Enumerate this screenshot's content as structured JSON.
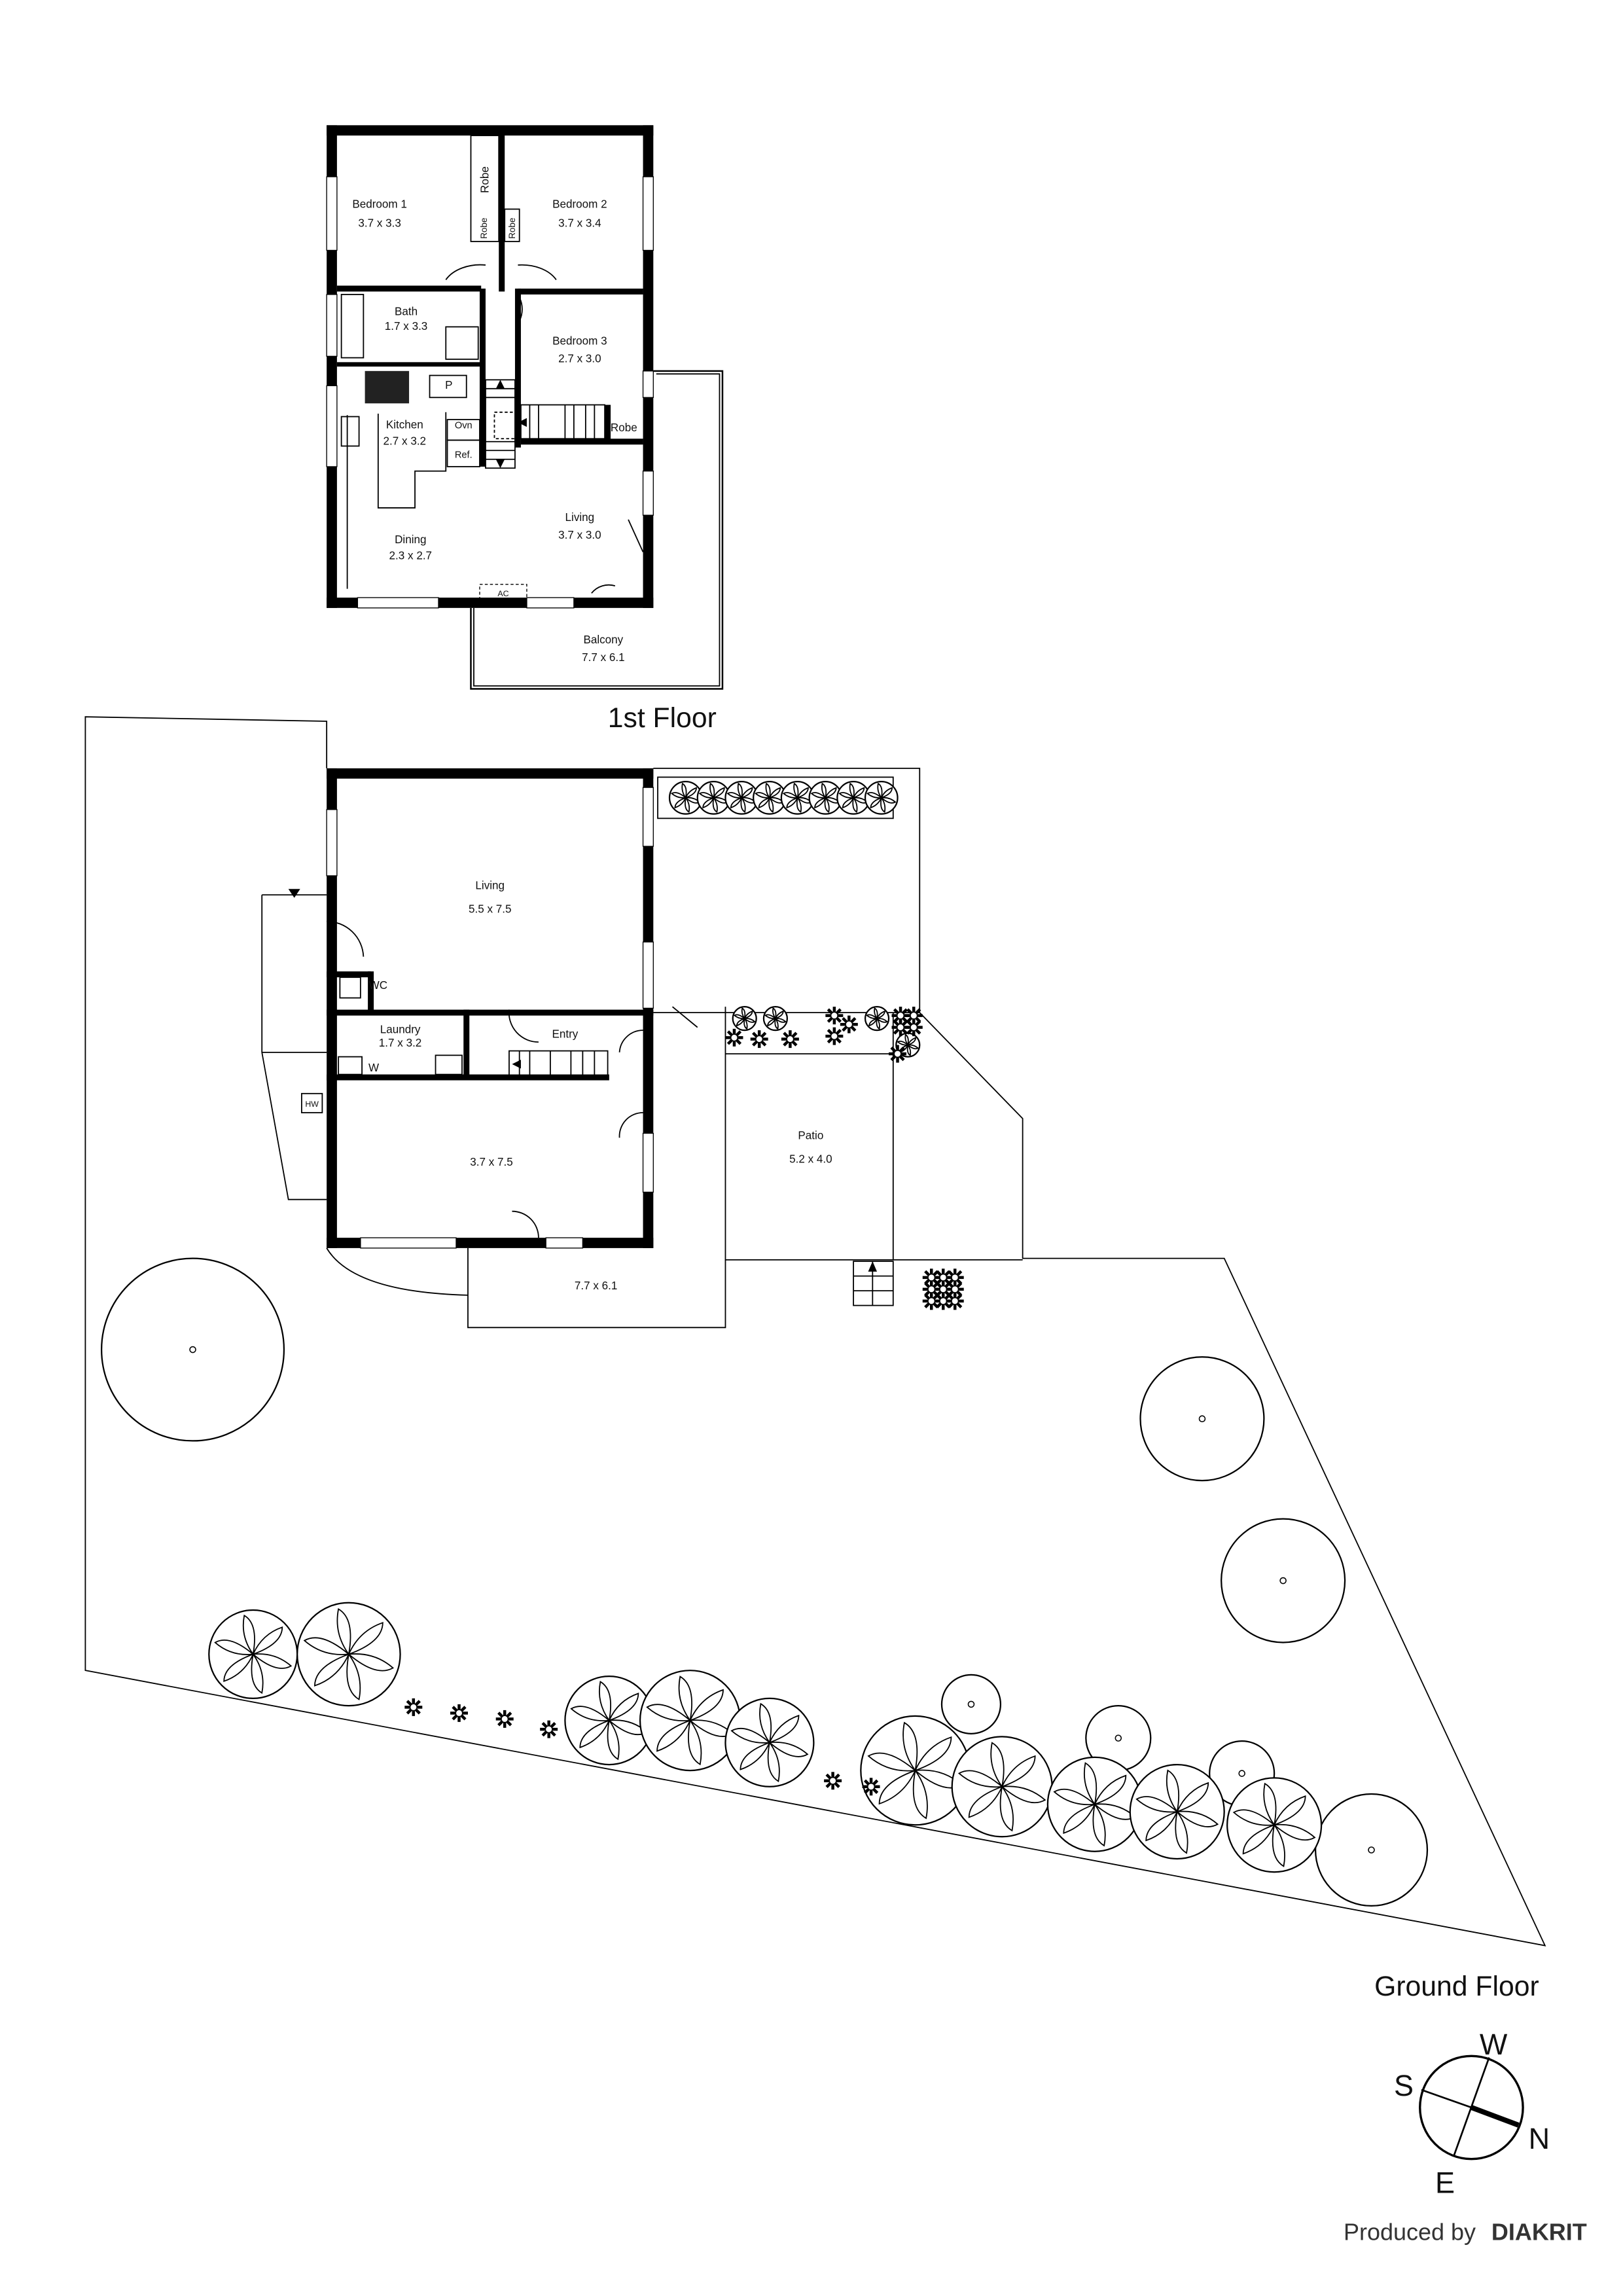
{
  "first_floor": {
    "title": "1st Floor",
    "rooms": {
      "bedroom1": {
        "name": "Bedroom 1",
        "size": "3.7 x 3.3"
      },
      "bedroom2": {
        "name": "Bedroom 2",
        "size": "3.7 x 3.4"
      },
      "bath": {
        "name": "Bath",
        "size": "1.7 x 3.3"
      },
      "bedroom3": {
        "name": "Bedroom 3",
        "size": "2.7 x 3.0"
      },
      "kitchen": {
        "name": "Kitchen",
        "size": "2.7 x 3.2"
      },
      "dining": {
        "name": "Dining",
        "size": "2.3 x 2.7"
      },
      "living": {
        "name": "Living",
        "size": "3.7 x 3.0"
      },
      "balcony": {
        "name": "Balcony",
        "size": "7.7 x 6.1"
      }
    },
    "labels": {
      "robe_main": "Robe",
      "robe_left": "Robe",
      "robe_right": "Robe",
      "robe_stair": "Robe",
      "pantry": "P",
      "oven": "Ovn",
      "fridge": "Ref.",
      "ac": "AC"
    }
  },
  "ground_floor": {
    "title": "Ground Floor",
    "rooms": {
      "living": {
        "name": "Living",
        "size": "5.5 x 7.5"
      },
      "wc": {
        "name": "WC"
      },
      "laundry": {
        "name": "Laundry",
        "size": "1.7 x 3.2"
      },
      "entry": {
        "name": "Entry"
      },
      "room": {
        "size": "3.7 x 7.5"
      },
      "patio": {
        "name": "Patio",
        "size": "5.2 x 4.0"
      },
      "deck": {
        "size": "7.7 x 6.1"
      }
    },
    "labels": {
      "hot_water": "HW",
      "washer": "W"
    }
  },
  "compass": {
    "north": "N",
    "south": "S",
    "east": "E",
    "west": "W"
  },
  "credit": {
    "prefix": "Produced by",
    "brand": "DIAKRIT"
  }
}
